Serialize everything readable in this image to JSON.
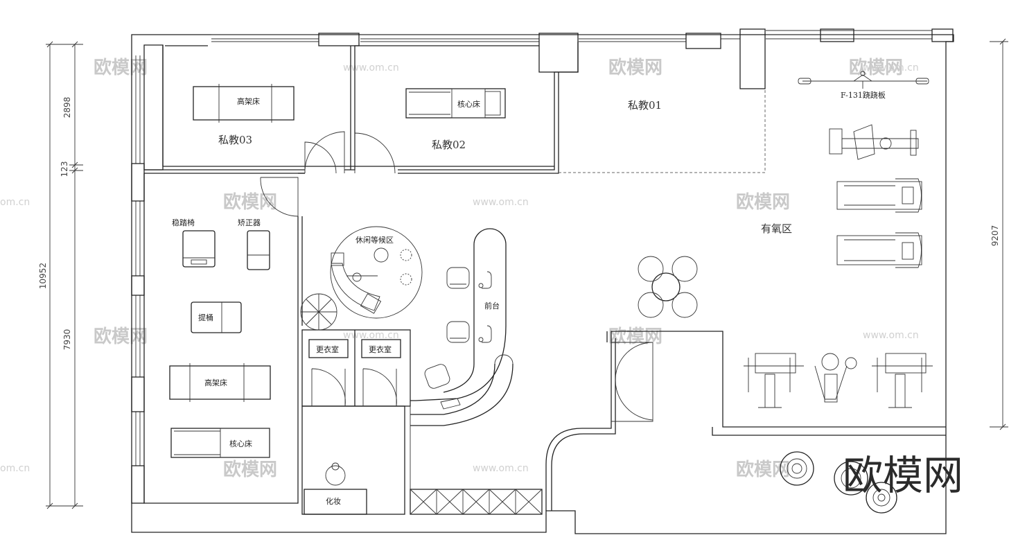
{
  "rooms": {
    "private_03": "私教03",
    "private_02": "私教02",
    "private_01": "私教01",
    "cardio": "有氧区",
    "lounge": "休闲等候区",
    "reception": "前台",
    "changing_1": "更衣室",
    "changing_2": "更衣室",
    "makeup": "化妆"
  },
  "equipment": {
    "high_bed_1": "高架床",
    "core_bed_1": "核心床",
    "stepper_chair": "稳踏椅",
    "corrector": "矫正器",
    "ladder_barrel": "提桶",
    "high_bed_2": "高架床",
    "core_bed_2": "核心床",
    "seesaw": "F-131跷跷板"
  },
  "dimensions": {
    "left_1": "2898",
    "left_2": "123",
    "left_3": "7930",
    "left_total": "10952",
    "right_total": "9207"
  },
  "watermark": {
    "text": "欧模网",
    "url": "www.om.cn",
    "url_short": "om.cn"
  },
  "logo": "欧模网"
}
